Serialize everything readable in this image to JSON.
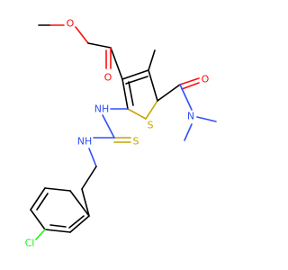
{
  "molecule": {
    "atoms": {
      "o_ester_carbonyl": "O",
      "o_ester_ether": "O",
      "s_thiophene": "S",
      "o_amide": "O",
      "n_amide": "N",
      "nh_thiourea_1": "NH",
      "s_thiocarbonyl": "S",
      "nh_thiourea_2": "NH",
      "cl": "Cl"
    },
    "colors": {
      "carbon_bond": "#000000",
      "oxygen": "#ff0d0d",
      "nitrogen": "#3050f8",
      "sulfur": "#c6a400",
      "chlorine": "#1ff01f"
    }
  }
}
